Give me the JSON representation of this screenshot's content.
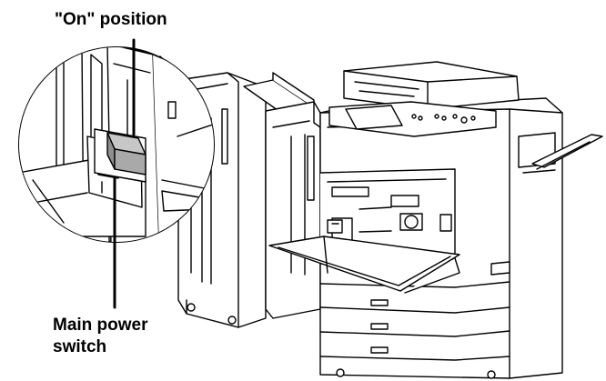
{
  "labels": {
    "on_position": "\"On\" position",
    "main_power_line1": "Main power",
    "main_power_line2": "switch"
  },
  "colors": {
    "switch_fill": "#a9a9a9",
    "line": "#000000",
    "background": "#ffffff"
  }
}
